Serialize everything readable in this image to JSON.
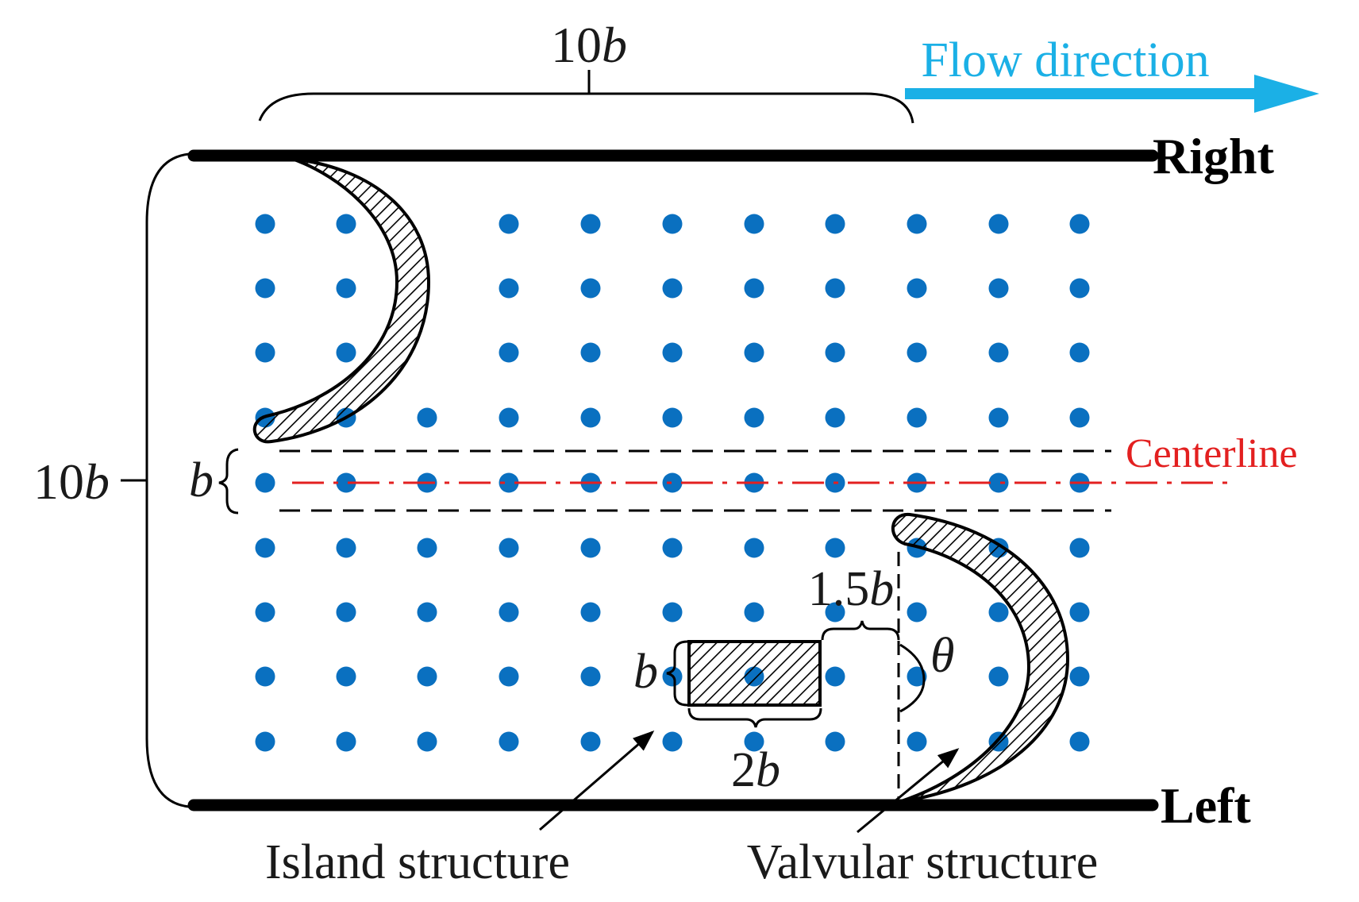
{
  "labels": {
    "top_width": {
      "num": "10",
      "var": "b"
    },
    "left_height": {
      "num": "10",
      "var": "b"
    },
    "gap": {
      "var": "b"
    },
    "island_height": {
      "var": "b"
    },
    "island_width": {
      "num": "2",
      "var": "b"
    },
    "offset": {
      "num": "1.5",
      "var": "b"
    },
    "angle": "θ",
    "flow": "Flow direction",
    "right": "Right",
    "left": "Left",
    "centerline": "Centerline",
    "island": "Island structure",
    "valvular": "Valvular structure"
  },
  "colors": {
    "wall": "#000000",
    "dots": "#0A70C0",
    "flow": "#1BB0E6",
    "centerline": "#E32020",
    "text": "#1a1a1a"
  }
}
